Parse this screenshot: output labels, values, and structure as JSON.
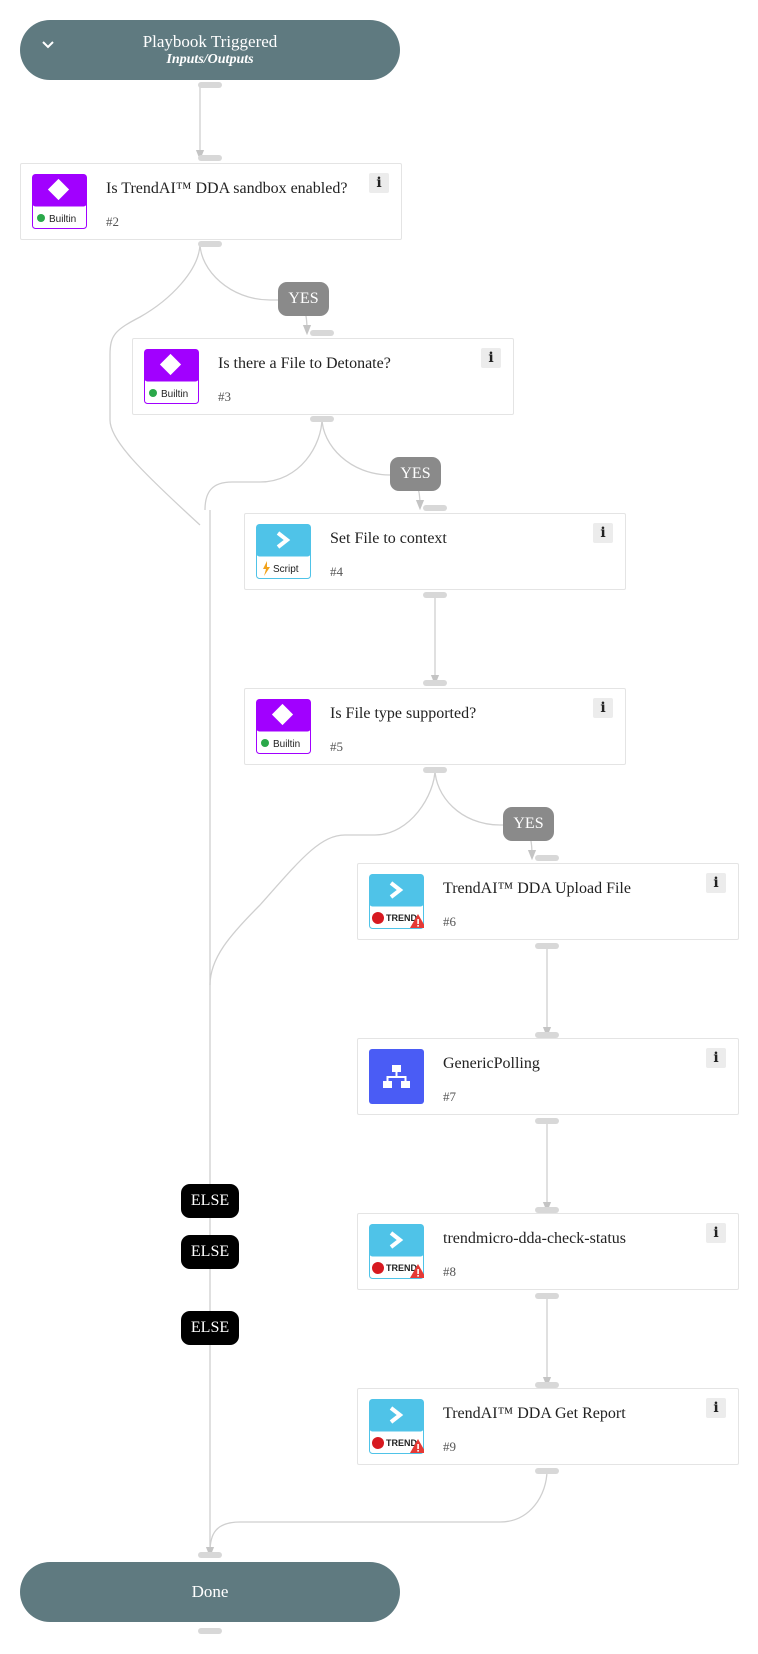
{
  "start": {
    "title": "Playbook Triggered",
    "subtitle": "Inputs/Outputs"
  },
  "end": {
    "title": "Done"
  },
  "nodes": [
    {
      "id": "2",
      "title": "Is TrendAI™  DDA sandbox enabled?",
      "number": "#2",
      "kind": "builtin",
      "icon_label": "Builtin"
    },
    {
      "id": "3",
      "title": "Is there a File to Detonate?",
      "number": "#3",
      "kind": "builtin",
      "icon_label": "Builtin"
    },
    {
      "id": "4",
      "title": "Set File to context",
      "number": "#4",
      "kind": "script",
      "icon_label": "Script"
    },
    {
      "id": "5",
      "title": "Is File type supported?",
      "number": "#5",
      "kind": "builtin",
      "icon_label": "Builtin"
    },
    {
      "id": "6",
      "title": "TrendAI™  DDA Upload File",
      "number": "#6",
      "kind": "integration",
      "icon_label": "TREND"
    },
    {
      "id": "7",
      "title": "GenericPolling",
      "number": "#7",
      "kind": "playbook",
      "icon_label": ""
    },
    {
      "id": "8",
      "title": "trendmicro-dda-check-status",
      "number": "#8",
      "kind": "integration",
      "icon_label": "TREND"
    },
    {
      "id": "9",
      "title": "TrendAI™  DDA Get Report",
      "number": "#9",
      "kind": "integration",
      "icon_label": "TREND"
    }
  ],
  "labels": {
    "yes": "YES",
    "else": "ELSE",
    "info": "i"
  },
  "colors": {
    "pill": "#5f7a80",
    "builtin": "#a100ff",
    "script": "#4fc3e8",
    "playbook": "#4a5cf5",
    "trend_red": "#d71920",
    "warning": "#e53935"
  }
}
